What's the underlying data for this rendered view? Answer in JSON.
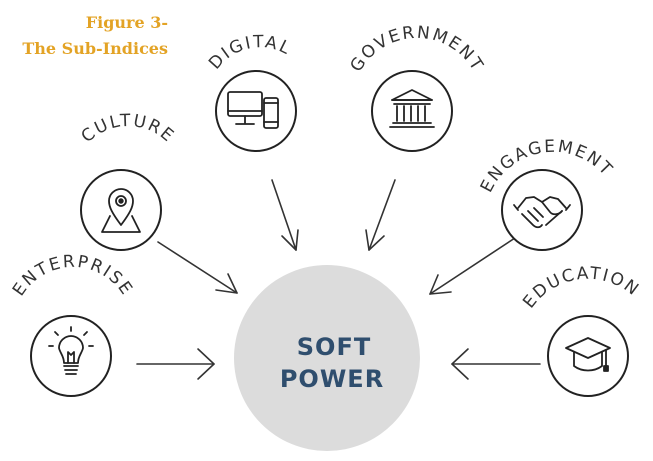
{
  "figure": {
    "title_line1": "Figure 3-",
    "title_line2": "The Sub-Indices"
  },
  "center": {
    "line1": "SOFT",
    "line2": "POWER"
  },
  "sub_indices": [
    {
      "label": "DIGITAL",
      "icon": "computer-devices-icon"
    },
    {
      "label": "GOVERNMENT",
      "icon": "government-building-icon"
    },
    {
      "label": "CULTURE",
      "icon": "map-pin-icon"
    },
    {
      "label": "ENGAGEMENT",
      "icon": "handshake-icon"
    },
    {
      "label": "ENTERPRISE",
      "icon": "lightbulb-icon"
    },
    {
      "label": "EDUCATION",
      "icon": "graduation-cap-icon"
    }
  ],
  "colors": {
    "accent": "#e3a325",
    "center_fill": "#dcdcdc",
    "center_text": "#2f4e6e",
    "line": "#333333"
  }
}
